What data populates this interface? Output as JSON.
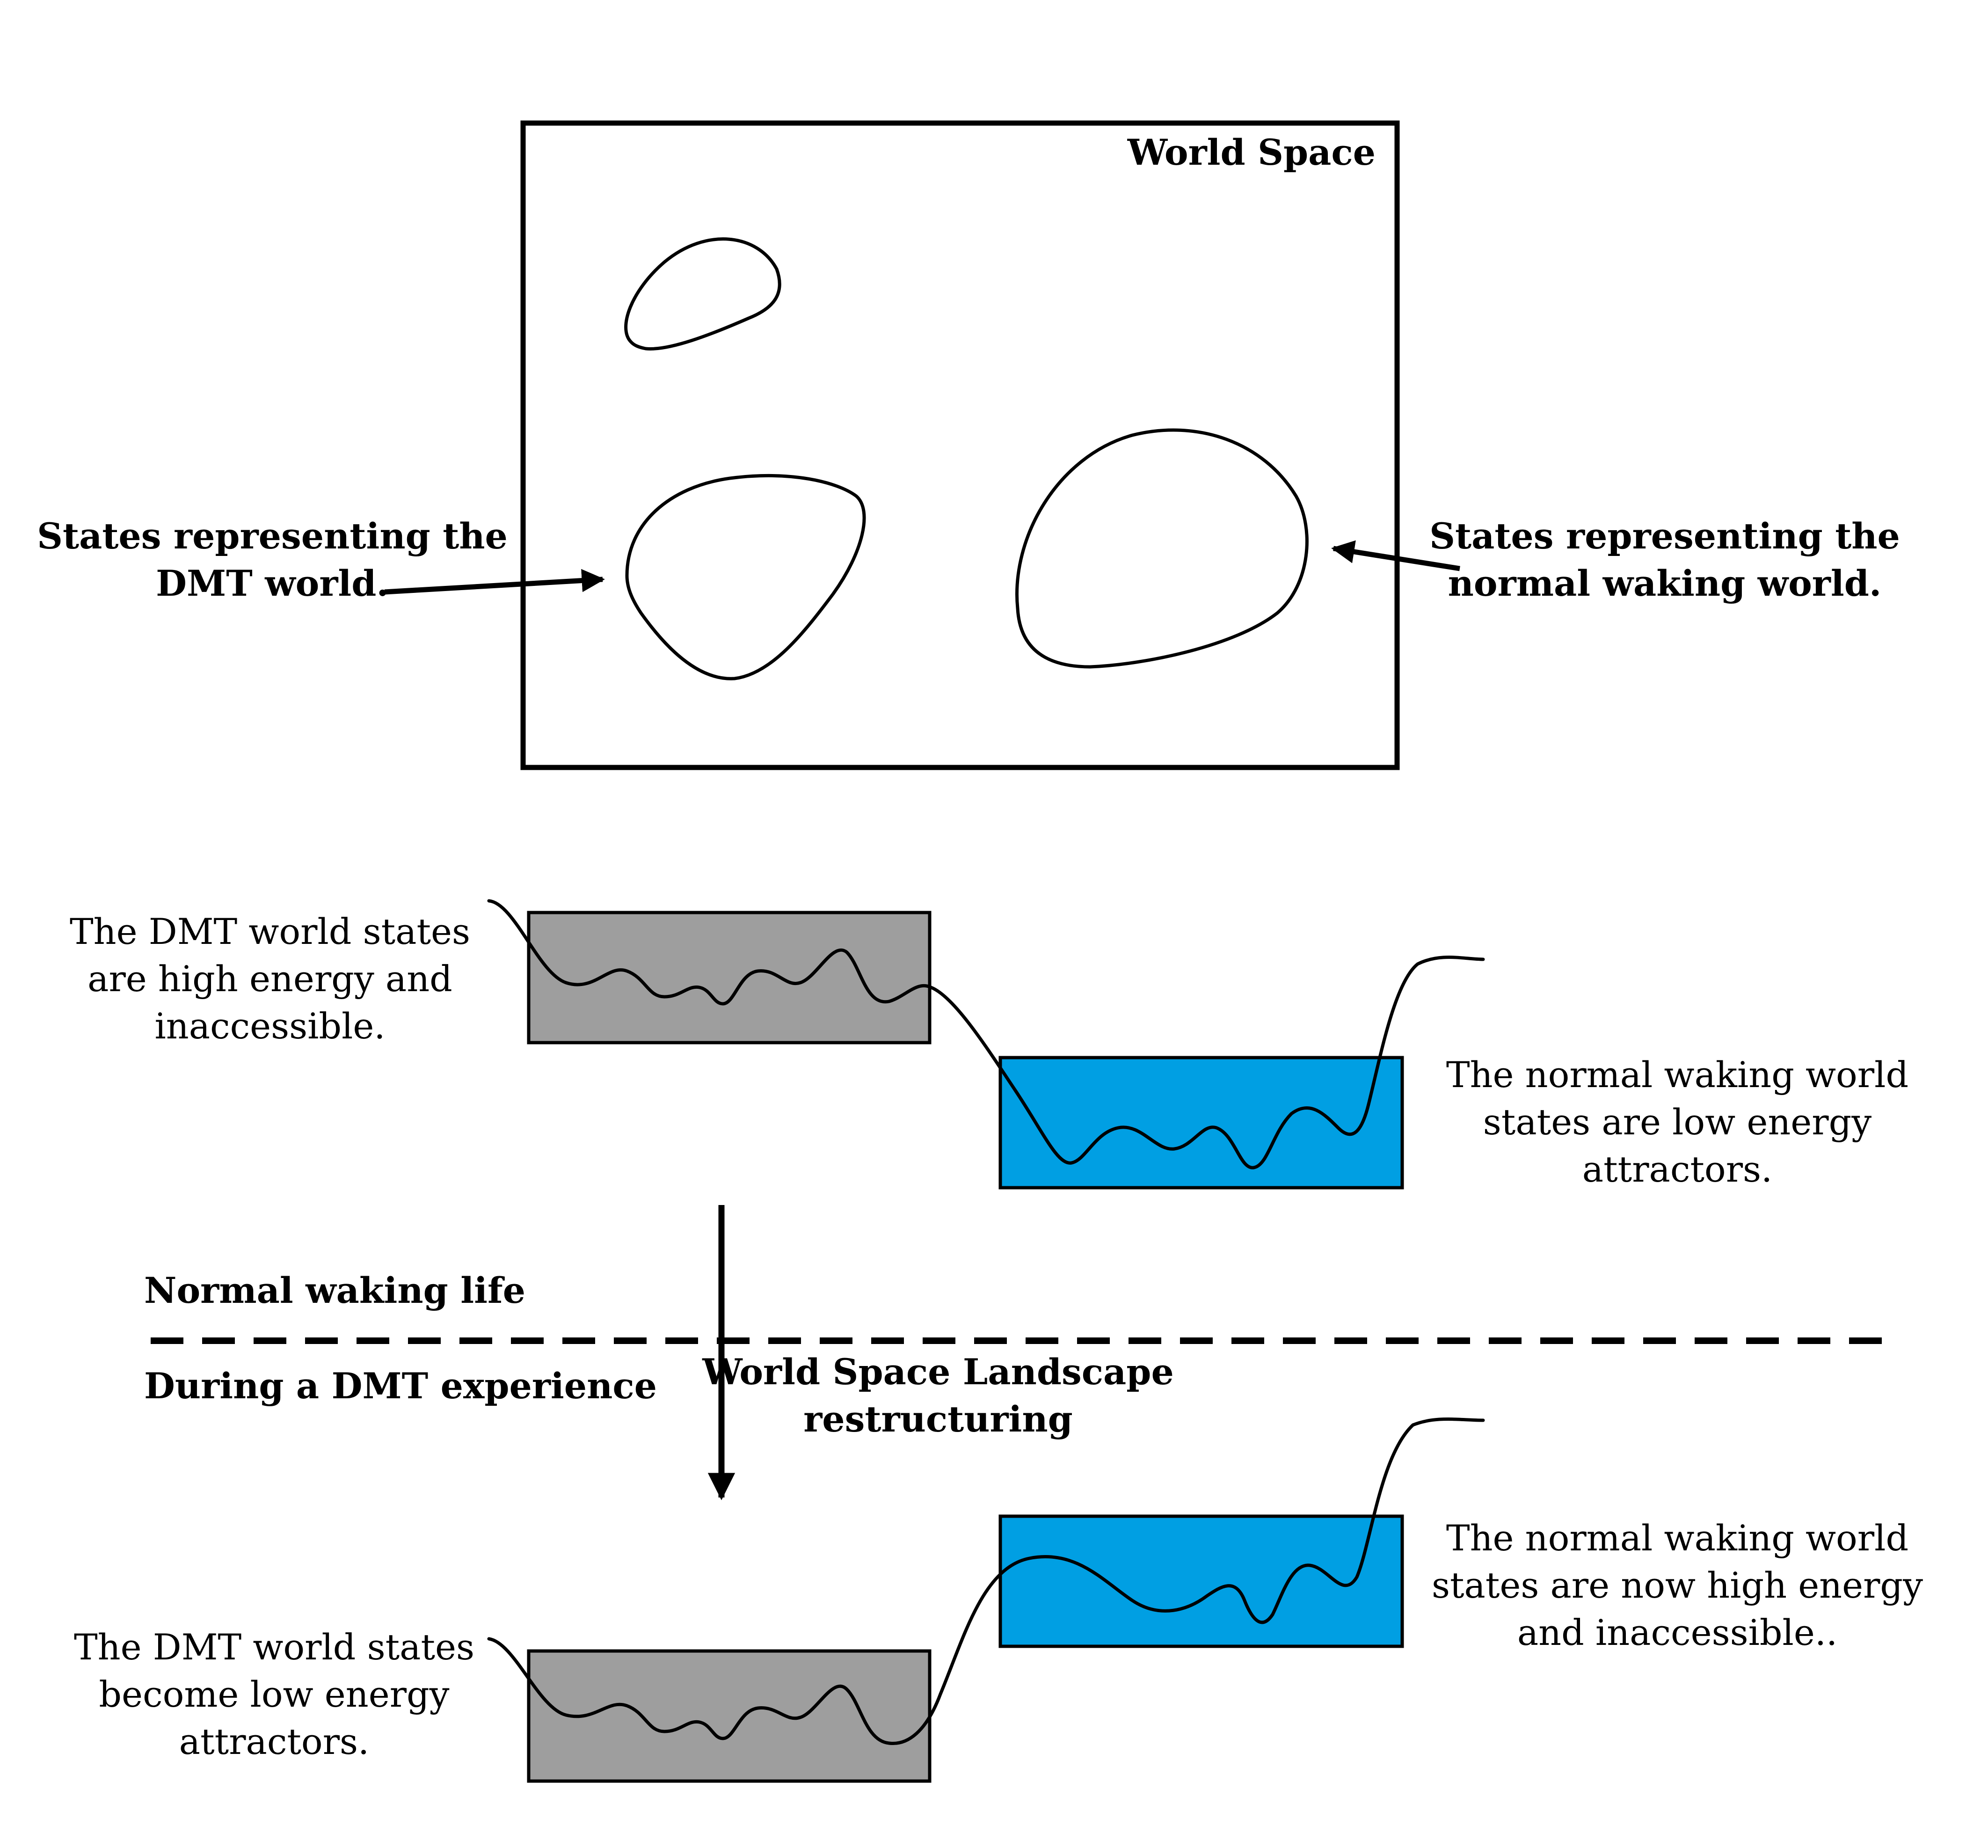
{
  "colors": {
    "dmt_gray": "#9e9e9e",
    "waking_blue": "#009fe3",
    "stroke": "#000000",
    "background": "#ffffff"
  },
  "world_space": {
    "title": "World Space",
    "dmt_label": [
      "States representing the",
      "DMT world."
    ],
    "waking_label": [
      "States representing the",
      "normal waking world."
    ]
  },
  "landscape_before": {
    "dmt_text": [
      "The DMT world states",
      "are high energy and",
      "inaccessible."
    ],
    "waking_text": [
      "The normal waking world",
      "states are low energy",
      "attractors."
    ]
  },
  "divider": {
    "above_label": "Normal waking life",
    "below_label": "During a DMT experience",
    "transition_label": [
      "World Space Landscape",
      "restructuring"
    ]
  },
  "landscape_after": {
    "dmt_text": [
      "The DMT world states",
      "become low energy",
      "attractors."
    ],
    "waking_text": [
      "The normal waking world",
      "states are now high energy",
      "and inaccessible.."
    ]
  }
}
